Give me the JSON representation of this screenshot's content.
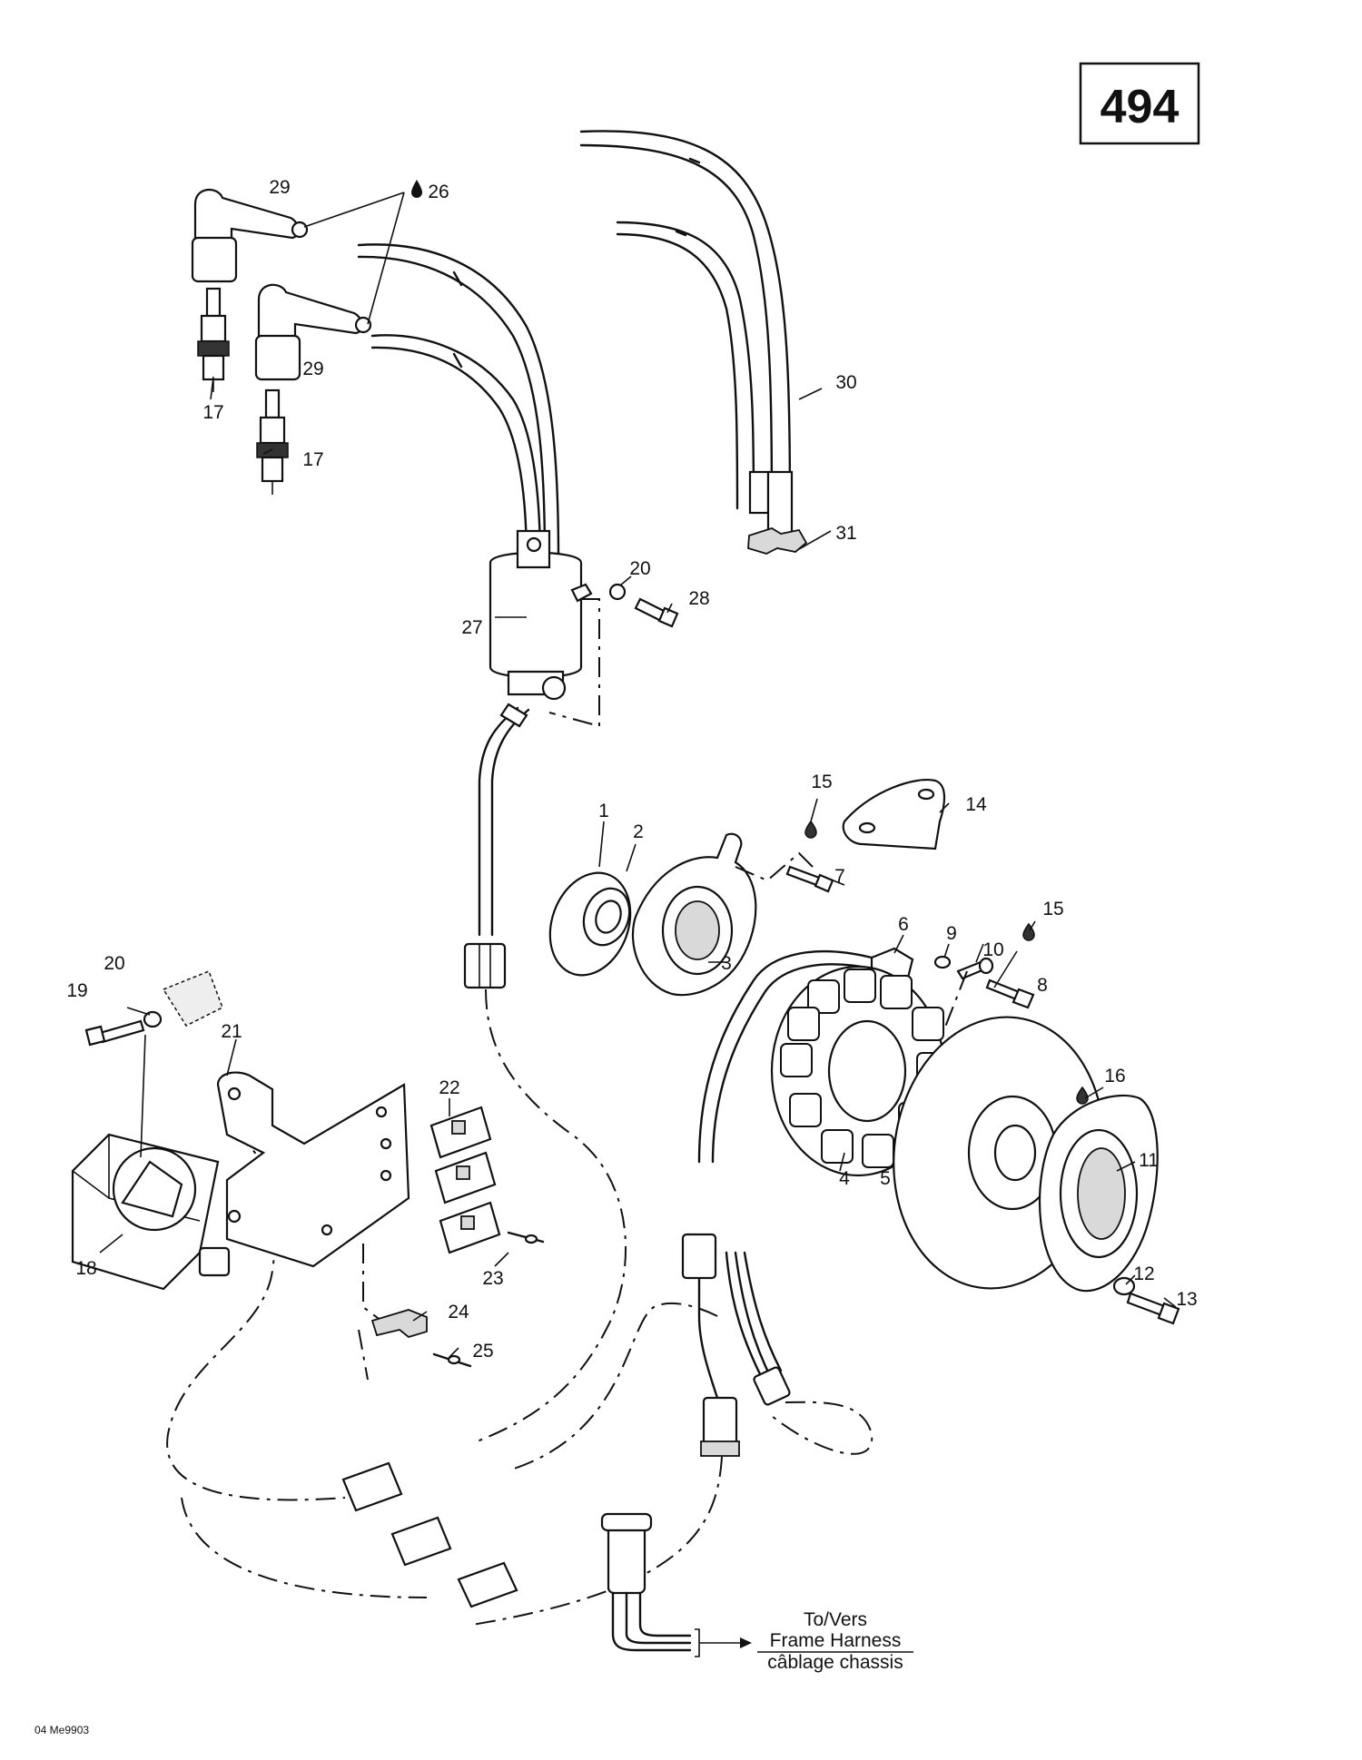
{
  "page_number": "494",
  "diagram_code": "04 Me9903",
  "callouts": {
    "c1": "1",
    "c2": "2",
    "c3": "3",
    "c4": "4",
    "c5": "5",
    "c6": "6",
    "c7": "7",
    "c8": "8",
    "c9": "9",
    "c10": "10",
    "c11": "11",
    "c12": "12",
    "c13": "13",
    "c14": "14",
    "c15a": "15",
    "c15b": "15",
    "c16": "16",
    "c17a": "17",
    "c17b": "17",
    "c18": "18",
    "c19": "19",
    "c20a": "20",
    "c20b": "20",
    "c21": "21",
    "c22": "22",
    "c23": "23",
    "c24": "24",
    "c25": "25",
    "c26": "26",
    "c27": "27",
    "c28": "28",
    "c29a": "29",
    "c29b": "29",
    "c30": "30",
    "c31": "31"
  },
  "harness_note": {
    "line1": "To/Vers",
    "line2": "Frame Harness",
    "line3": "câblage chassis"
  },
  "icons": [
    "lubricant-drop-icon",
    "arrow-icon"
  ]
}
